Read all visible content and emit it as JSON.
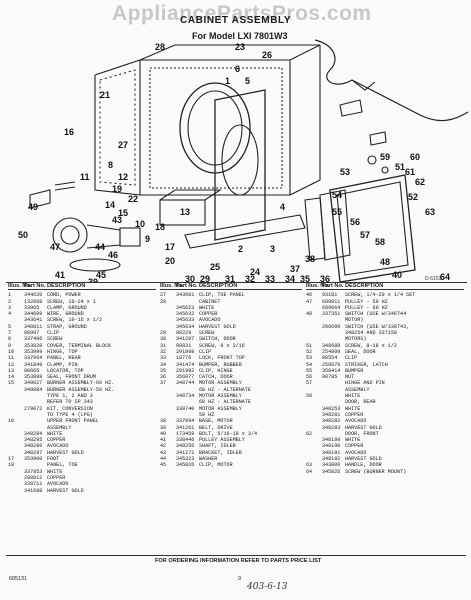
{
  "watermark": "AppliancePartsPros.com",
  "title": "CABINET ASSEMBLY",
  "subtitle": "For Model LXI 7801W3",
  "diagram": {
    "callouts": [
      "28",
      "23",
      "26",
      "6",
      "21",
      "16",
      "27",
      "8",
      "11",
      "12",
      "19",
      "22",
      "14",
      "15",
      "13",
      "10",
      "18",
      "9",
      "17",
      "20",
      "43",
      "49",
      "44",
      "47",
      "50",
      "46",
      "45",
      "41",
      "39",
      "42",
      "1",
      "5",
      "2",
      "3",
      "4",
      "25",
      "24",
      "30",
      "29",
      "31",
      "32",
      "33",
      "34",
      "35",
      "36",
      "37",
      "38",
      "53",
      "54",
      "55",
      "56",
      "57",
      "58",
      "59",
      "60",
      "61",
      "62",
      "63",
      "64",
      "51",
      "52",
      "48",
      "40"
    ],
    "ref_code": "D-5151"
  },
  "table_header": {
    "no": "Illus. No.",
    "part": "Part No.",
    "desc": "DESCRIPTION"
  },
  "columns": [
    [
      [
        "1",
        "344620",
        "CORD, POWER"
      ],
      [
        "2",
        "132868",
        "SCREW, 10-24 x 1"
      ],
      [
        "3",
        "33965",
        "CLAMP, GROUND"
      ],
      [
        "4",
        "344699",
        "WIRE, GROUND"
      ],
      [
        "",
        "343641",
        "SCREW, 10-16 x 1/2"
      ],
      [
        "5",
        "340811",
        "STRAP, GROUND"
      ],
      [
        "7",
        "98997",
        "CLIP"
      ],
      [
        "8",
        "337406",
        "SCREW"
      ],
      [
        "9",
        "353820",
        "COVER, TERMINAL BLOCK"
      ],
      [
        "10",
        "353999",
        "HINGE, TOP"
      ],
      [
        "11",
        "337964",
        "PANEL, REAR"
      ],
      [
        "12",
        "341849",
        "CLAMP, PIN"
      ],
      [
        "13",
        "98665",
        "LOCATOR, TOP"
      ],
      [
        "14",
        "353898",
        "SEAL, FRONT DRUM"
      ],
      [
        "15",
        "349827",
        "BURNER ASSEMBLY-60 HZ."
      ],
      [
        "",
        "349884",
        "BURNER ASSEMBLY-50 HZ."
      ],
      [
        "",
        "",
        "  TYPE 1, 2 AND 3"
      ],
      [
        "",
        "",
        "  REFER TO SP 343"
      ],
      [
        "",
        "279072",
        "KIT, CONVERSION"
      ],
      [
        "",
        "",
        "  TO TYPE 4 (LPG)"
      ],
      [
        "16",
        "",
        "UPPER FRONT PANEL"
      ],
      [
        "",
        "",
        "  ASSEMBLY"
      ],
      [
        "",
        "348294",
        "WHITE"
      ],
      [
        "",
        "348295",
        "COPPER"
      ],
      [
        "",
        "348296",
        "AVOCADO"
      ],
      [
        "",
        "348297",
        "HARVEST GOLD"
      ],
      [
        "17",
        "353900",
        "FOOT"
      ],
      [
        "18",
        "",
        "PANEL, TOE"
      ],
      [
        "",
        "337853",
        "WHITE"
      ],
      [
        "",
        "298912",
        "COPPER"
      ],
      [
        "",
        "339711",
        "AVOCADO"
      ],
      [
        "",
        "341688",
        "HARVEST GOLD"
      ]
    ],
    [
      [
        "27",
        "343601",
        "CLIP, TOE PANEL"
      ],
      [
        "28",
        "",
        "CABINET"
      ],
      [
        "",
        "345623",
        "WHITE"
      ],
      [
        "",
        "345632",
        "COPPER"
      ],
      [
        "",
        "345633",
        "AVOCADO"
      ],
      [
        "",
        "345634",
        "HARVEST GOLD"
      ],
      [
        "29",
        "98229",
        "SCREW"
      ],
      [
        "30",
        "341207",
        "SWITCH, DOOR"
      ],
      [
        "31",
        "98831",
        "SCREW, 8 x 3/16"
      ],
      [
        "32",
        "291998",
        "CLIP"
      ],
      [
        "33",
        "18776",
        "LOCK, FRONT TOP"
      ],
      [
        "34",
        "341474",
        "BUMPER, RUBBER"
      ],
      [
        "35",
        "291992",
        "CLIP, HINGE"
      ],
      [
        "36",
        "356877",
        "CATCH, DOOR"
      ],
      [
        "37",
        "348744",
        "MOTOR ASSEMBLY"
      ],
      [
        "",
        "",
        "  60 HZ - ALTERNATE"
      ],
      [
        "",
        "348734",
        "MOTOR ASSEMBLY"
      ],
      [
        "",
        "",
        "  60 HZ - ALTERNATE"
      ],
      [
        "",
        "338740",
        "MOTOR ASSEMBLY"
      ],
      [
        "",
        "",
        "  50 HZ"
      ],
      [
        "38",
        "337094",
        "BASE, MOTOR"
      ],
      [
        "39",
        "341261",
        "BELT, DRIVE"
      ],
      [
        "40",
        "173459",
        "BOLT, 5/16-18 x 3/4"
      ],
      [
        "41",
        "338446",
        "PULLEY ASSEMBLY"
      ],
      [
        "42",
        "348256",
        "SHAFT, IDLER"
      ],
      [
        "43",
        "341271",
        "BRACKET, IDLER"
      ],
      [
        "44",
        "345323",
        "WASHER"
      ],
      [
        "45",
        "345826",
        "CLIP, MOTOR"
      ]
    ],
    [
      [
        "46",
        "93181",
        "SCREW, 1/4-20 x 1/4 SET"
      ],
      [
        "47",
        "689811",
        "PULLEY - 50 HZ"
      ],
      [
        "",
        "689064",
        "PULLEY - 60 HZ"
      ],
      [
        "48",
        "337351",
        "SWITCH (USE W/346744"
      ],
      [
        "",
        "",
        "  MOTOR)"
      ],
      [
        "",
        "206699",
        "SWITCH (USE W/338743,"
      ],
      [
        "",
        "",
        "  348254 AND 337150"
      ],
      [
        "",
        "",
        "  MOTORS)"
      ],
      [
        "51",
        "348688",
        "SCREW, 8-18 x 1/2"
      ],
      [
        "52",
        "254800",
        "SEAL, DOOR"
      ],
      [
        "53",
        "98554",
        "CLIP"
      ],
      [
        "54",
        "256876",
        "STRIKER, LATCH"
      ],
      [
        "55",
        "358414",
        "BUMPER"
      ],
      [
        "56",
        "98785",
        "NUT"
      ],
      [
        "57",
        "",
        "HINGE AND PIN"
      ],
      [
        "",
        "",
        "  ASSEMBLY"
      ],
      [
        "58",
        "",
        "WHITE"
      ],
      [
        "",
        "",
        "DOOR, REAR"
      ],
      [
        "",
        "348253",
        "WHITE"
      ],
      [
        "",
        "348281",
        "COPPER"
      ],
      [
        "",
        "348282",
        "AVOCADO"
      ],
      [
        "",
        "348283",
        "HARVEST GOLD"
      ],
      [
        "62",
        "",
        "DOOR, FRONT"
      ],
      [
        "",
        "348189",
        "WHITE"
      ],
      [
        "",
        "348190",
        "COPPER"
      ],
      [
        "",
        "348191",
        "AVOCADO"
      ],
      [
        "",
        "348192",
        "HARVEST GOLD"
      ],
      [
        "63",
        "343800",
        "HANDLE, DOOR"
      ],
      [
        "64",
        "345826",
        "SCREW (BURNER MOUNT)"
      ]
    ]
  ],
  "footer_note": "FOR ORDERING INFORMATION REFER TO PARTS PRICE LIST",
  "doc_code": "685131",
  "page_number": "9",
  "handwritten_note": "403-6-13"
}
